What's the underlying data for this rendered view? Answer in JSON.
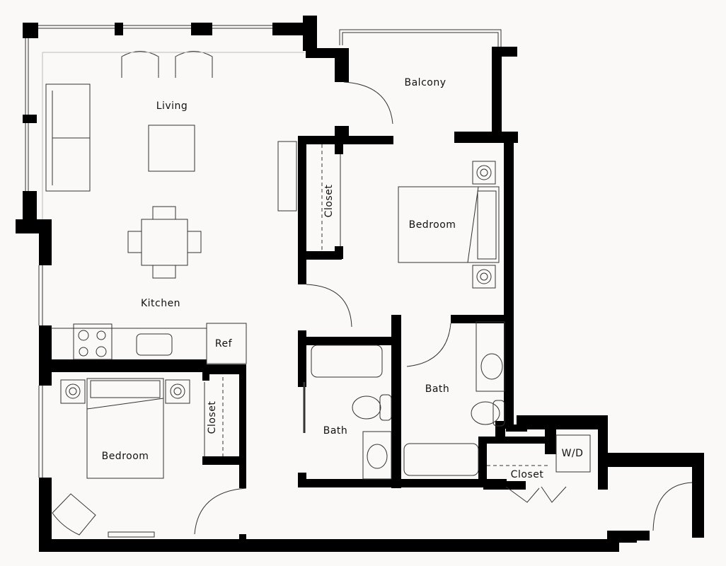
{
  "floorplan": {
    "rooms": [
      {
        "id": "living",
        "label": "Living"
      },
      {
        "id": "balcony",
        "label": "Balcony"
      },
      {
        "id": "bedroom_1",
        "label": "Bedroom"
      },
      {
        "id": "closet_1",
        "label": "Closet"
      },
      {
        "id": "kitchen",
        "label": "Kitchen"
      },
      {
        "id": "refrigerator",
        "label": "Ref"
      },
      {
        "id": "bedroom_2",
        "label": "Bedroom"
      },
      {
        "id": "closet_2",
        "label": "Closet"
      },
      {
        "id": "bath_1",
        "label": "Bath"
      },
      {
        "id": "bath_2",
        "label": "Bath"
      },
      {
        "id": "washer_dryer",
        "label": "W/D"
      },
      {
        "id": "closet_3",
        "label": "Closet"
      }
    ],
    "colors": {
      "background": "#faf9f7",
      "wall": "#000000",
      "fixture_line": "#333333",
      "text": "#111111"
    }
  }
}
